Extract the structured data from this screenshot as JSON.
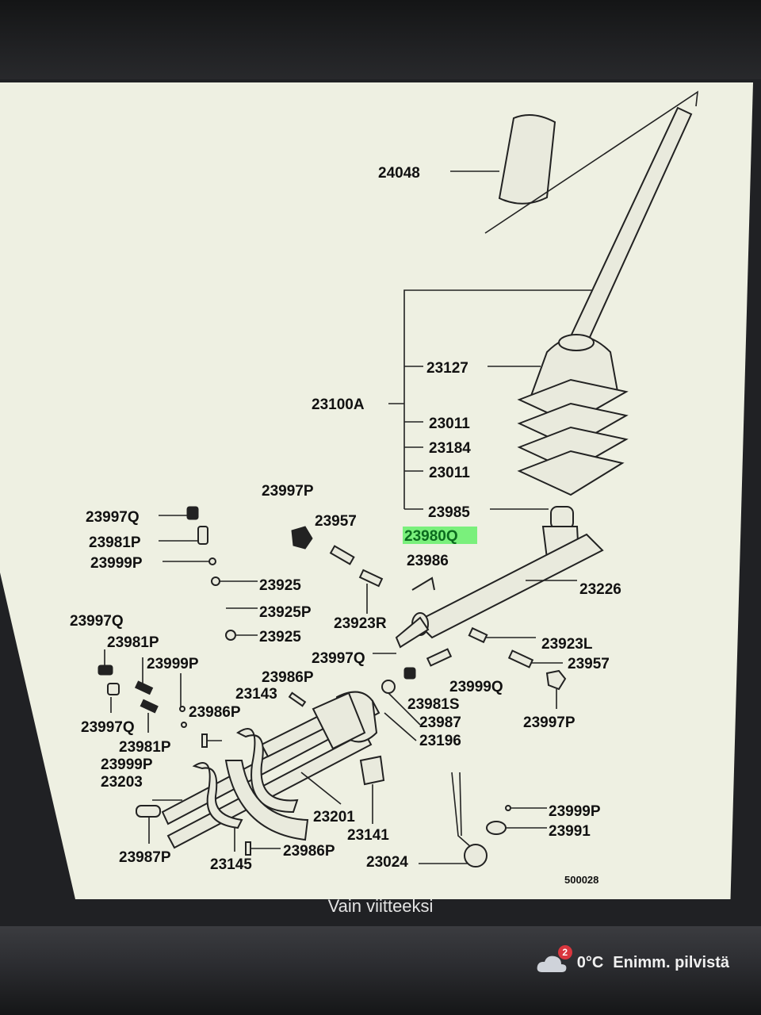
{
  "image": {
    "alt": "Gear shift lever exploded parts diagram"
  },
  "parts": {
    "p24048": "24048",
    "p23127": "23127",
    "p23100A": "23100A",
    "p23011a": "23011",
    "p23184": "23184",
    "p23011b": "23011",
    "p23985": "23985",
    "p23980Q": "23980Q",
    "p23997P_top": "23997P",
    "p23957_top": "23957",
    "p23997Q_top": "23997Q",
    "p23981P_top": "23981P",
    "p23999P_top": "23999P",
    "p23986": "23986",
    "p23226": "23226",
    "p23925a": "23925",
    "p23925P": "23925P",
    "p23923R": "23923R",
    "p23925b": "23925",
    "p23997Q_mid": "23997Q",
    "p23923L": "23923L",
    "p23957_mid": "23957",
    "p23997Q_left": "23997Q",
    "p23981P_left": "23981P",
    "p23999P_left": "23999P",
    "p23986P_a": "23986P",
    "p23999Q": "23999Q",
    "p23143": "23143",
    "p23981S": "23981S",
    "p23997P_right": "23997P",
    "p23997Q_bl": "23997Q",
    "p23986P_b": "23986P",
    "p23987": "23987",
    "p23196": "23196",
    "p23981P_bl": "23981P",
    "p23999P_bl": "23999P",
    "p23203": "23203",
    "p23201": "23201",
    "p23141": "23141",
    "p23999P_br": "23999P",
    "p23991": "23991",
    "p23987P": "23987P",
    "p23145": "23145",
    "p23986P_c": "23986P",
    "p23024": "23024",
    "ref": "500028"
  },
  "caption": "Vain viitteeksi",
  "taskbar": {
    "notification_count": "2",
    "temperature": "0°C",
    "condition": "Enimm. pilvistä"
  }
}
